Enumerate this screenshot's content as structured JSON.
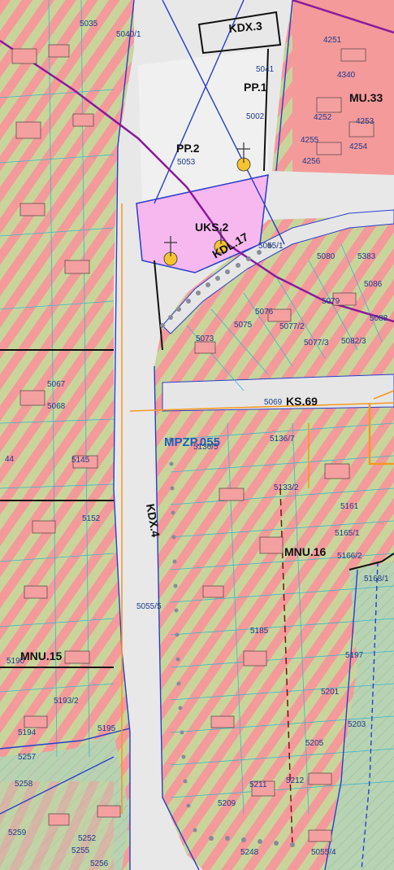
{
  "map": {
    "zone_codes": {
      "kdx3": "KDX.3",
      "pp1": "PP.1",
      "pp2": "PP.2",
      "uks2": "UKS.2",
      "kdl17": "KDL.17",
      "ks69": "KS.69",
      "mpzp": "MPZP.055",
      "kdx4": "KDX.4",
      "mnu16": "MNU.16",
      "mnu15": "MNU.15",
      "mu33": "MU.33"
    },
    "parcels": {
      "p5035": "5035",
      "p5040": "5040/1",
      "p4251": "4251",
      "p5041": "5041",
      "p4340": "4340",
      "p5002": "5002",
      "p4252": "4252",
      "p4253": "4253",
      "p4255": "4255",
      "p4254": "4254",
      "p4256": "4256",
      "p5053": "5053",
      "p5055_1": "5055/1",
      "p5080": "5080",
      "p5383": "5383",
      "p5086": "5086",
      "p5079": "5079",
      "p5088": "5088",
      "p5076": "5076",
      "p5075": "5075",
      "p5077_2": "5077/2",
      "p5073": "5073",
      "p5077_3": "5077/3",
      "p5082_3": "5082/3",
      "p5067": "5067",
      "p5069": "5069",
      "p5068": "5068",
      "p5136_5": "5136/5",
      "p5136_7": "5136/7",
      "p44": "44",
      "p5145": "5145",
      "p5133_2": "5133/2",
      "p5152": "5152",
      "p5161": "5161",
      "p5165_1": "5165/1",
      "p5166_2": "5166/2",
      "p5168_1": "5168/1",
      "p5055_5": "5055/5",
      "p5185": "5185",
      "p5197": "5197",
      "p5190": "5190",
      "p5201": "5201",
      "p5193_2": "5193/2",
      "p5203": "5203",
      "p5195": "5195",
      "p5194": "5194",
      "p5205": "5205",
      "p5257": "5257",
      "p5258": "5258",
      "p5211": "5211",
      "p5212": "5212",
      "p5209": "5209",
      "p5259": "5259",
      "p5252": "5252",
      "p5255": "5255",
      "p5256": "5256",
      "p5248": "5248",
      "p5055_4": "5055/4"
    },
    "colors": {
      "residential_pink": "#f49a9a",
      "residential_green": "#c9d49b",
      "road_gray": "#e6e6e6",
      "park_green": "#b5cfb0",
      "service_pink": "#f7b7f0",
      "boundary_blue": "#2b3ec9",
      "line_purple": "#8b1a9c",
      "line_orange": "#f39a26"
    }
  }
}
